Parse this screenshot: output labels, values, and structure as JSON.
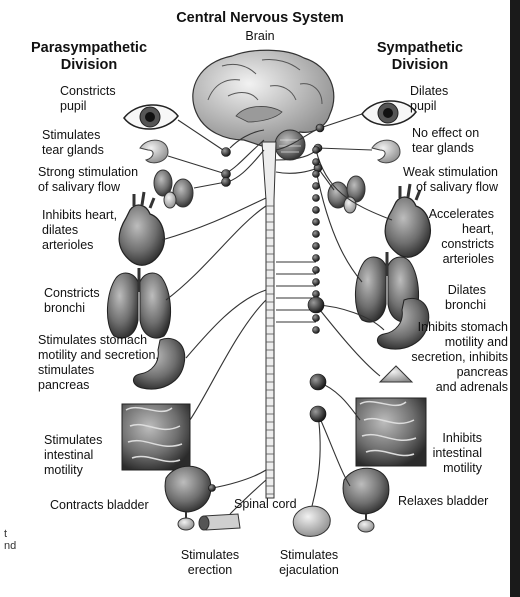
{
  "title": "Central Nervous System",
  "brain_label": "Brain",
  "spinal_cord_label": "Spinal cord",
  "parasympathetic": {
    "heading": "Parasympathetic\nDivision",
    "effects": [
      "Constricts\npupil",
      "Stimulates\ntear glands",
      "Strong stimulation\nof salivary flow",
      "Inhibits heart,\ndilates\narterioles",
      "Constricts\nbronchi",
      "Stimulates stomach\nmotility and secretion,\nstimulates\npancreas",
      "Stimulates\nintestinal\nmotility",
      "Contracts bladder"
    ]
  },
  "sympathetic": {
    "heading": "Sympathetic\nDivision",
    "effects": [
      "Dilates\npupil",
      "No effect on\ntear glands",
      "Weak stimulation\nof salivary flow",
      "Accelerates\nheart,\nconstricts\narterioles",
      "Dilates\nbronchi",
      "Inhibits stomach\nmotility and\nsecretion, inhibits\npancreas\nand adrenals",
      "Inhibits\nintestinal\nmotility",
      "Relaxes bladder"
    ]
  },
  "bottom": {
    "erection": "Stimulates\nerection",
    "ejaculation": "Stimulates\nejaculation"
  },
  "margin_fragments": [
    "t\nnd"
  ],
  "icons": [
    "eye-icon",
    "tear-gland-icon",
    "salivary-gland-icon",
    "heart-icon",
    "lungs-icon",
    "stomach-icon",
    "intestine-icon",
    "bladder-icon",
    "brain-icon",
    "spinal-cord-icon",
    "ganglion-icon"
  ]
}
